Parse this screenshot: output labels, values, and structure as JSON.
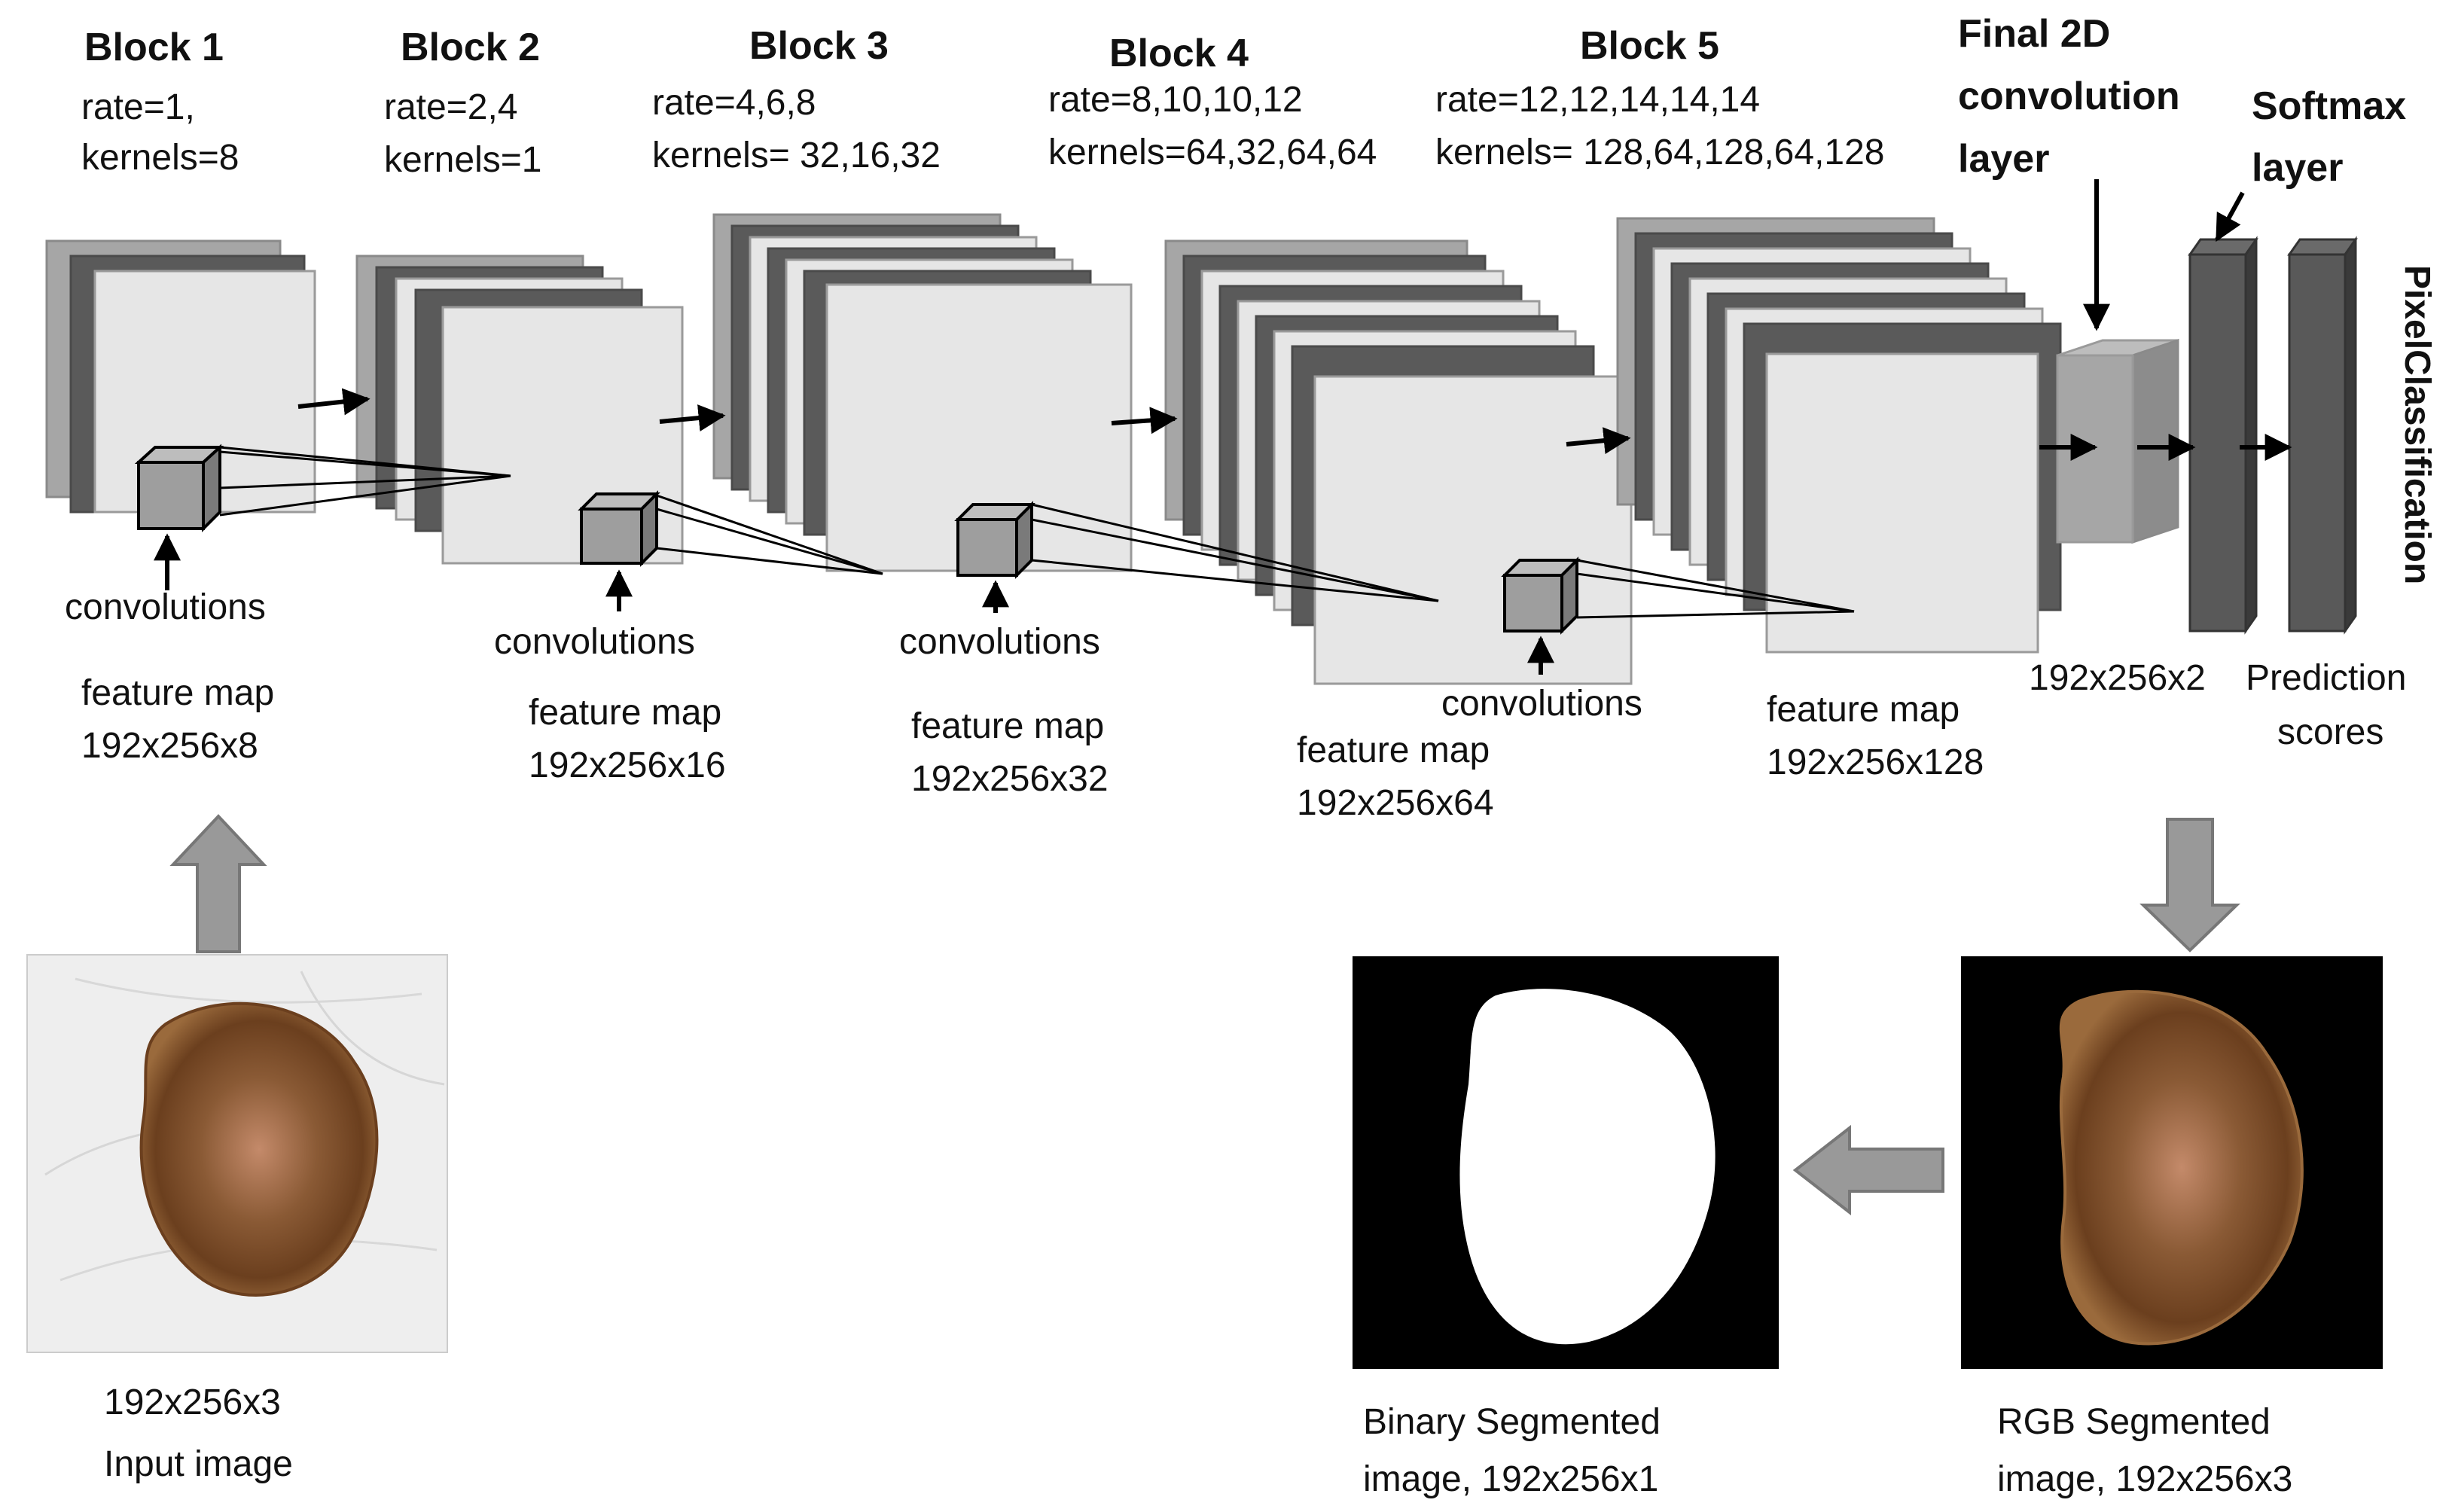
{
  "blocks": [
    {
      "title": "Block 1",
      "params": [
        "rate=1,",
        "kernels=8"
      ],
      "feature": [
        "feature map",
        "192x256x8"
      ],
      "conv": "convolutions"
    },
    {
      "title": "Block 2",
      "params": [
        "rate=2,4",
        "kernels=1"
      ],
      "feature": [
        "feature map",
        "192x256x16"
      ],
      "conv": "convolutions"
    },
    {
      "title": "Block 3",
      "params": [
        "rate=4,6,8",
        "kernels= 32,16,32"
      ],
      "feature": [
        "feature map",
        "192x256x32"
      ],
      "conv": "convolutions"
    },
    {
      "title": "Block 4",
      "params": [
        "rate=8,10,10,12",
        "kernels=64,32,64,64"
      ],
      "feature": [
        "feature map",
        "192x256x64"
      ],
      "conv": ""
    },
    {
      "title": "Block 5",
      "params": [
        "rate=12,12,14,14,14",
        "kernels= 128,64,128,64,128"
      ],
      "feature": [
        "feature map",
        "192x256x128"
      ],
      "conv": "convolutions"
    }
  ],
  "final_conv": {
    "title": [
      "Final 2D",
      "convolution",
      "layer"
    ],
    "size": "192x256x2"
  },
  "softmax": {
    "title": [
      "Softmax",
      "layer"
    ],
    "caption": [
      "Prediction",
      "scores"
    ]
  },
  "pixel_classification": "PixelClassification",
  "input_image": {
    "caption": [
      "192x256x3",
      "Input image"
    ]
  },
  "binary_image": {
    "caption": [
      "Binary Segmented",
      "image, 192x256x1"
    ]
  },
  "rgb_image": {
    "caption": [
      "RGB Segmented",
      "image, 192x256x3"
    ]
  },
  "colors": {
    "dark_layer": "#5a5a5a",
    "mid_layer": "#a6a6a6",
    "light_layer": "#e6e6e6",
    "arrow_fill": "#999999",
    "lesion": "#7a4a22",
    "skin": "#eeeeee"
  }
}
